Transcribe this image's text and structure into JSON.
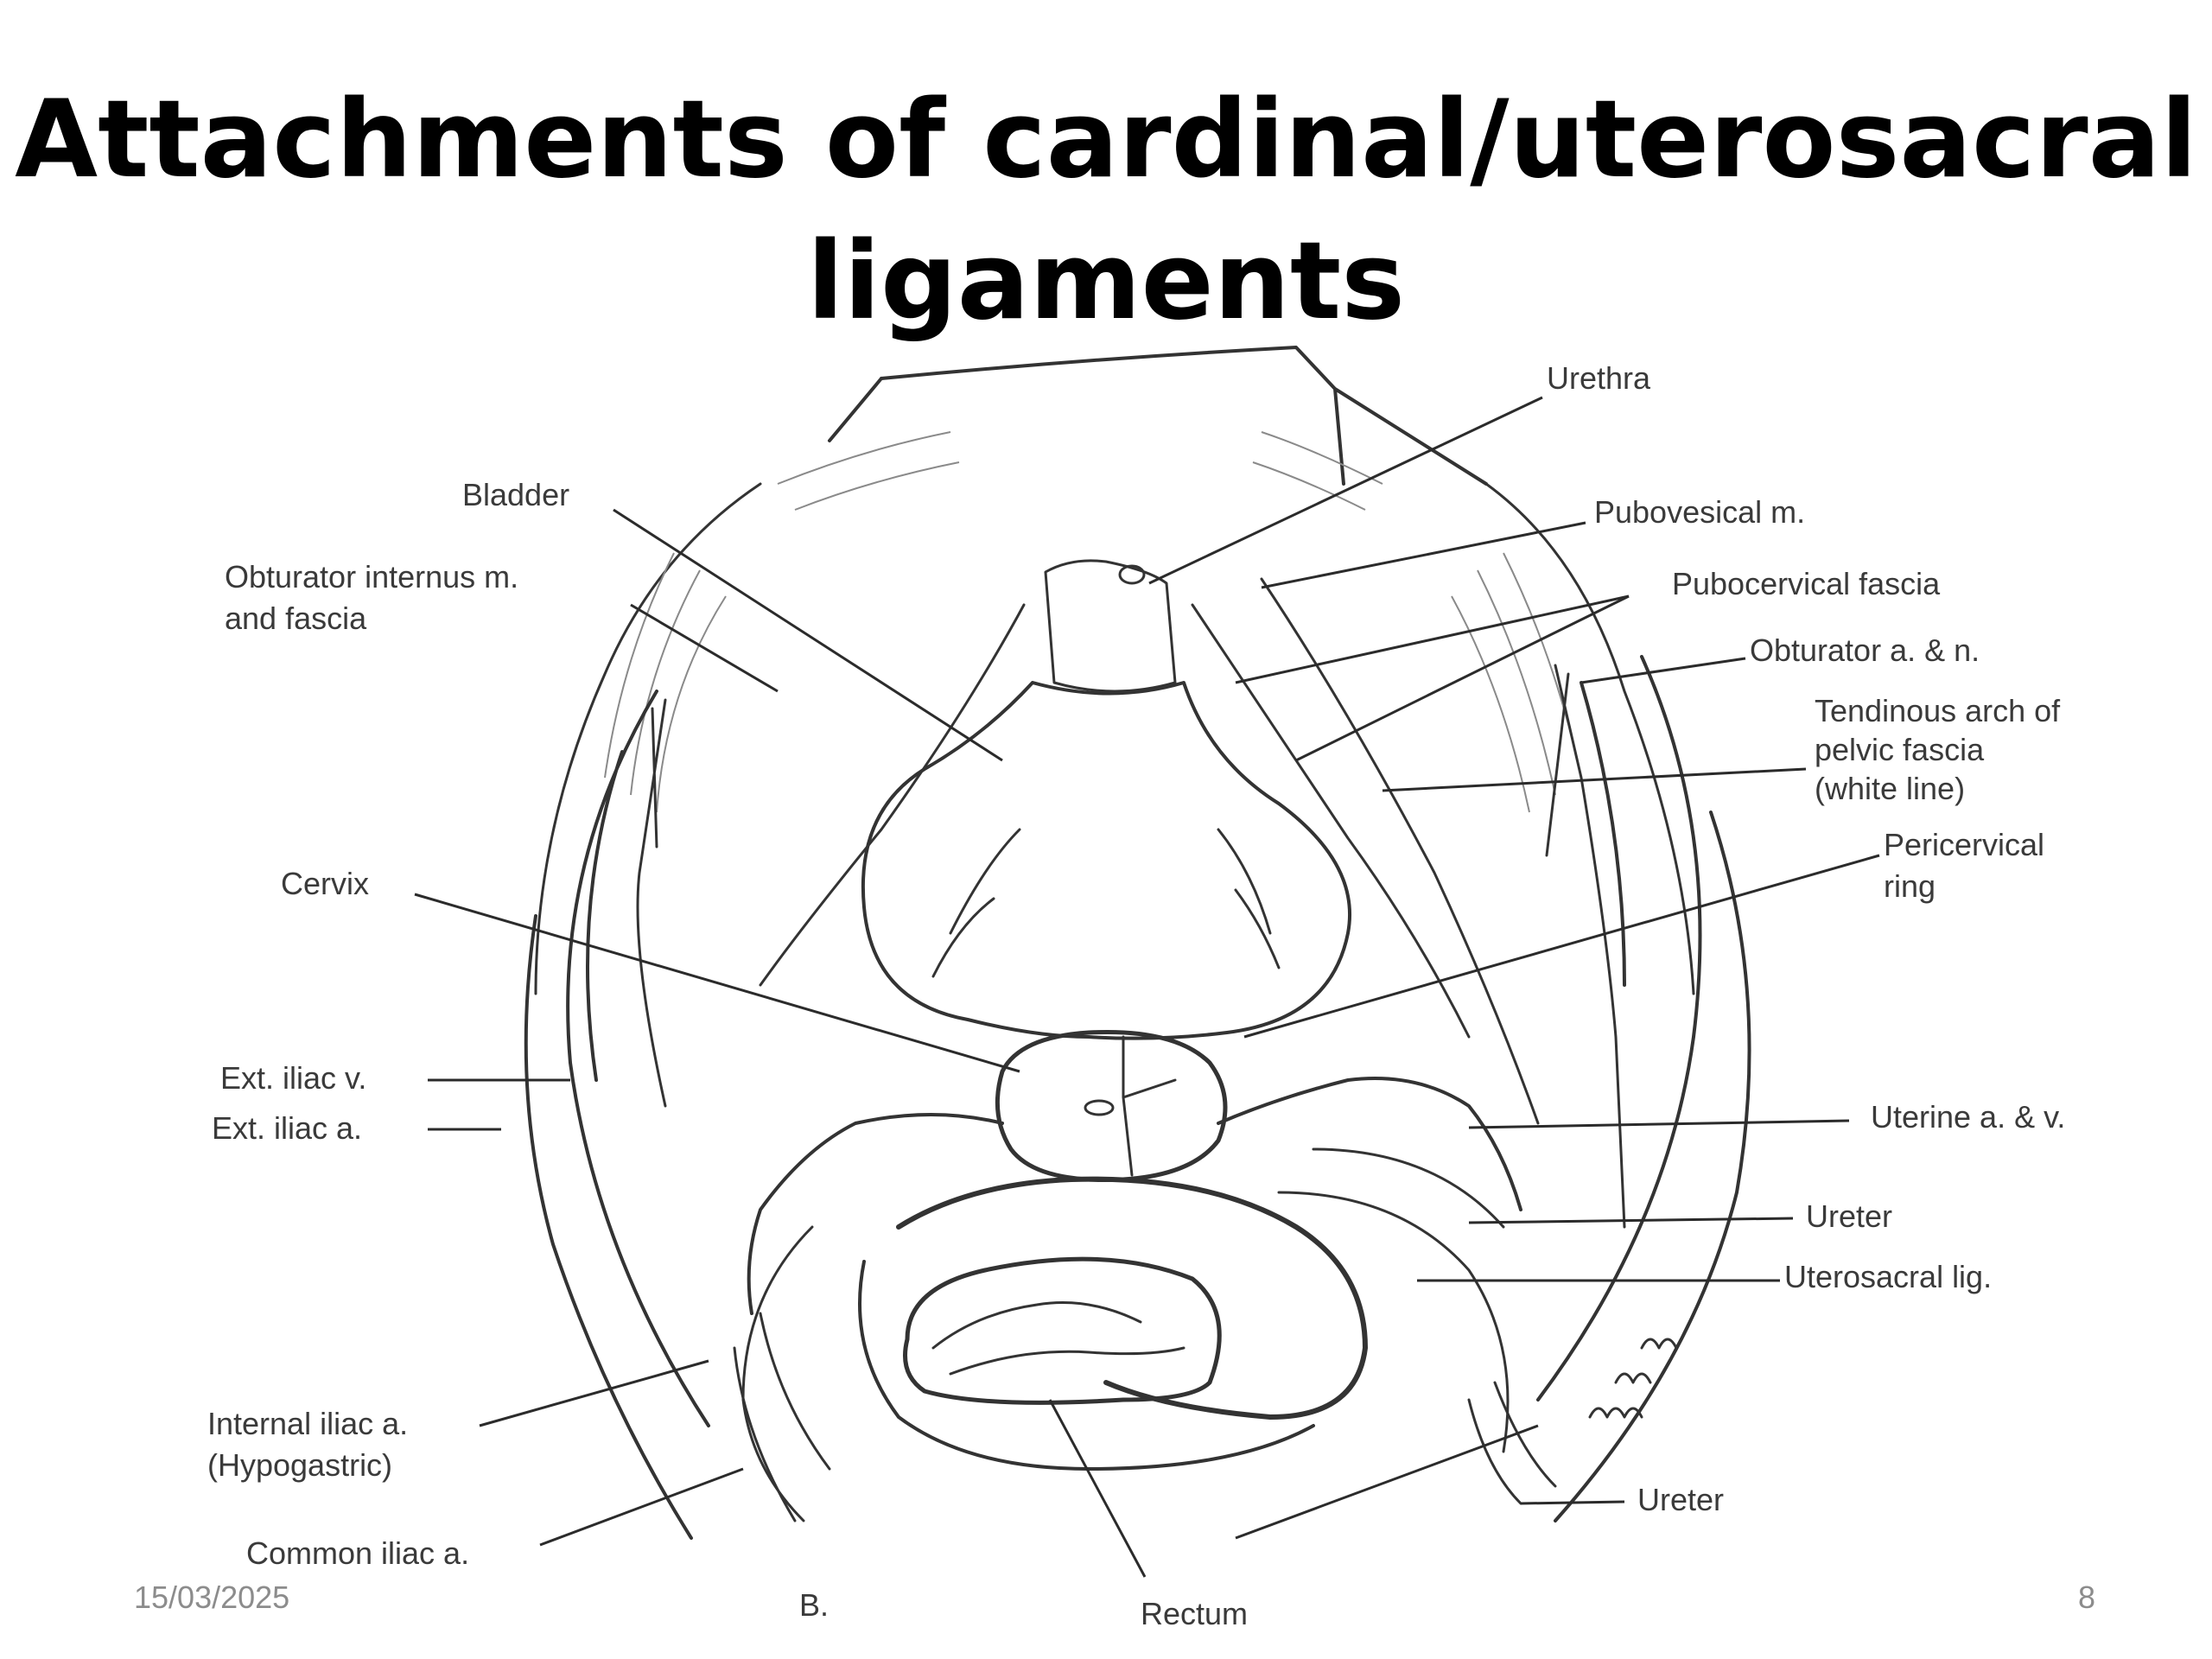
{
  "slide": {
    "title_line1": "Attachments of cardinal/uterosacral",
    "title_line2": "ligaments",
    "date": "15/03/2025",
    "page_number": "8"
  },
  "diagram": {
    "labels": {
      "urethra": "Urethra",
      "bladder": "Bladder",
      "obturator_internus_1": "Obturator internus m.",
      "obturator_internus_2": "and fascia",
      "pubovesical": "Pubovesical m.",
      "pubocervical_fascia": "Pubocervical fascia",
      "obturator_an": "Obturator a. & n.",
      "tendinous_arch_1": "Tendinous arch of",
      "tendinous_arch_2": "pelvic fascia",
      "tendinous_arch_3": "(white line)",
      "pericervical_1": "Pericervical",
      "pericervical_2": "ring",
      "cervix": "Cervix",
      "ext_iliac_v": "Ext. iliac v.",
      "ext_iliac_a": "Ext. iliac a.",
      "uterine_av": "Uterine a. & v.",
      "ureter_right": "Ureter",
      "uterosacral_lig": "Uterosacral lig.",
      "internal_iliac_1": "Internal iliac a.",
      "internal_iliac_2": "(Hypogastric)",
      "ureter_lower": "Ureter",
      "common_iliac": "Common iliac a.",
      "panel_letter": "B.",
      "rectum": "Rectum"
    }
  }
}
